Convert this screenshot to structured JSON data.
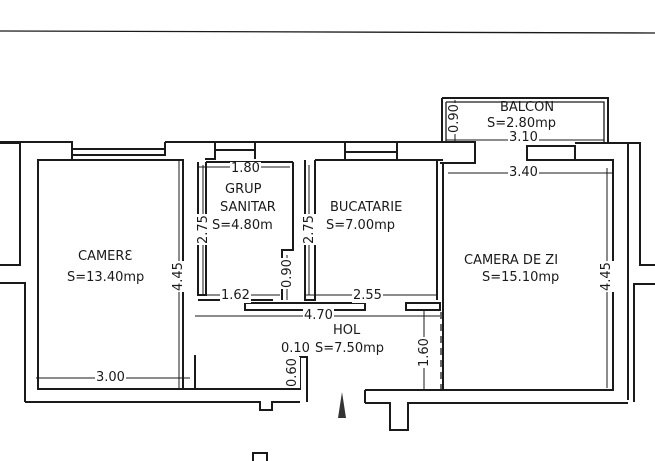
{
  "plan": {
    "type": "apartment floor plan",
    "rooms": [
      {
        "id": "camera",
        "name": "CAMERƐ",
        "area": "S=13.40mp"
      },
      {
        "id": "grup_sanitar",
        "name_line1": "GRUP",
        "name_line2": "SANITAR",
        "area": "S=4.80m"
      },
      {
        "id": "bucatarie",
        "name": "BUCATARIE",
        "area": "S=7.00mp"
      },
      {
        "id": "camera_de_zi",
        "name": "CAMERA DE ZI",
        "area": "S=15.10mp"
      },
      {
        "id": "hol",
        "name": "HOL",
        "area": "S=7.50mp"
      },
      {
        "id": "balcon",
        "name": "BALCON",
        "area": "S=2.80mp"
      }
    ],
    "dimensions": {
      "camera_width": "3.00",
      "camera_height": "4.45",
      "grup_sanitar_width_top": "1.80",
      "grup_sanitar_width_bottom": "1.62",
      "grup_sanitar_height": "2.75",
      "grup_sanitar_niche": "0.90",
      "bucatarie_width": "2.55",
      "bucatarie_height": "2.75",
      "hol_length": "4.70",
      "hol_depth": "1.60",
      "hol_offset": "0.10",
      "hol_wall": "0.60",
      "balcon_depth": "0.90",
      "balcon_width": "3.10",
      "camera_de_zi_width": "3.40",
      "camera_de_zi_height": "4.45"
    },
    "entrance_marker": "entrance-arrow"
  }
}
